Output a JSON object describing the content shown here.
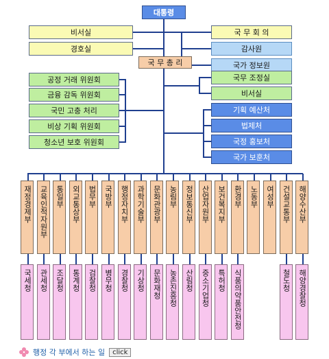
{
  "top": {
    "president": "대통령",
    "prime_minister": "국 무 총 리"
  },
  "left_upper": [
    "비서실",
    "경호실"
  ],
  "right_upper": [
    "국 무 회 의",
    "감사원",
    "국가 정보원"
  ],
  "pm_left": [
    "공정 거래 위원회",
    "금융 감독 위원회",
    "국민 고충 처리",
    "비상 기획 위원회",
    "청소년 보호 위원회"
  ],
  "pm_right_green": [
    "국무 조정실",
    "비서실"
  ],
  "pm_right_blue": [
    "기획 예산처",
    "법제처",
    "국정 홍보처",
    "국가 보훈처"
  ],
  "ministries": [
    "재정 경제부",
    "교육인적자원부",
    "통일부",
    "외교 통상부",
    "법무부",
    "국방부",
    "행정 자치부",
    "과학 기술부",
    "문화 관광부",
    "농림부",
    "정보 통신부",
    "산업 자원부",
    "보건 복지부",
    "환경부",
    "노동부",
    "여성부",
    "건설 교통부",
    "해양 수산부"
  ],
  "agencies": [
    {
      "ministry_index": 0,
      "label": "국세청"
    },
    {
      "ministry_index": 1,
      "label": "관세청"
    },
    {
      "ministry_index": 2,
      "label": "조달청"
    },
    {
      "ministry_index": 3,
      "label": "통계청"
    },
    {
      "ministry_index": 4,
      "label": "검찰청"
    },
    {
      "ministry_index": 5,
      "label": "병무청"
    },
    {
      "ministry_index": 6,
      "label": "경찰청"
    },
    {
      "ministry_index": 7,
      "label": "기상청"
    },
    {
      "ministry_index": 8,
      "label": "문화재청"
    },
    {
      "ministry_index": 9,
      "label": "농촌 진흥청"
    },
    {
      "ministry_index": 10,
      "label": "산림청"
    },
    {
      "ministry_index": 11,
      "label": "중소 기업청"
    },
    {
      "ministry_index": 12,
      "label": "특허청"
    },
    {
      "ministry_index": 13,
      "label": "식품의약품안전청"
    },
    {
      "ministry_index": 16,
      "label": "철도청"
    },
    {
      "ministry_index": 17,
      "label": "해양 경찰청"
    }
  ],
  "footer": {
    "text": "행정 각 부에서 하는 일",
    "button": "click"
  },
  "colors": {
    "line": "#1f3f8f",
    "yellow": "#fafab4",
    "green": "#bfeea0",
    "blue": "#5a8ce6",
    "light_blue": "#b6d8f6",
    "peach": "#f7cda8",
    "pink": "#f8c6ee"
  }
}
